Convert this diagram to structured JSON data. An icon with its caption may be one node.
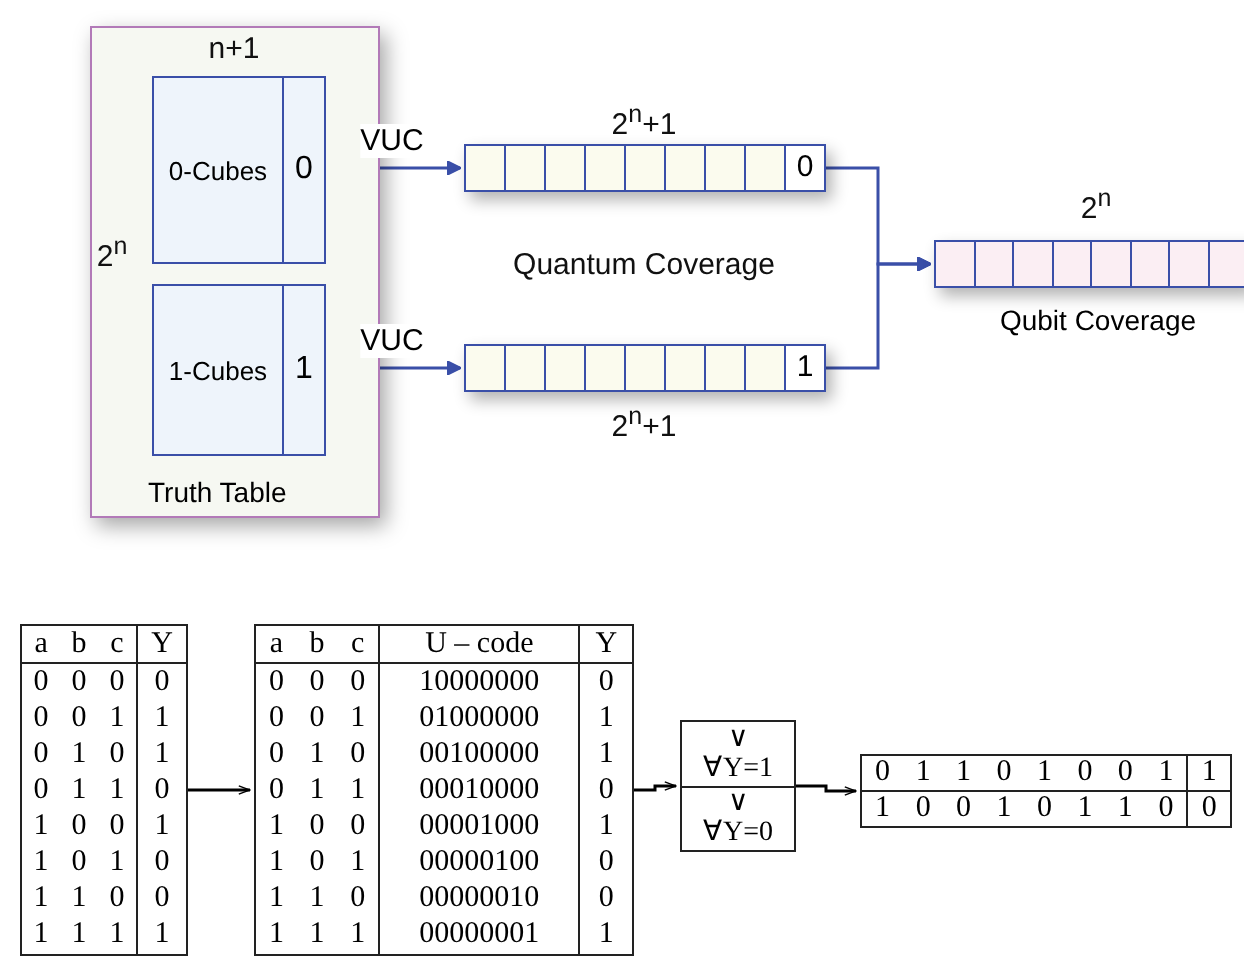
{
  "diagram": {
    "nodes": [
      {
        "text": [
          "Truth Table"
        ]
      },
      {
        "text": [
          "0-Cubes",
          "0"
        ],
        "in": 0
      },
      {
        "text": [
          "1-Cubes",
          "1"
        ],
        "in": 0
      },
      {
        "text": [
          "0"
        ]
      },
      {
        "text": [
          "1"
        ]
      },
      {
        "text": [
          "Qubit Coverage"
        ]
      },
      {
        "text": [
          "a",
          "b",
          "c",
          "Y",
          "0",
          "0",
          "0",
          "0",
          "0",
          "0",
          "1",
          "1",
          "0",
          "1",
          "0",
          "1",
          "0",
          "1",
          "1",
          "0",
          "1",
          "0",
          "0",
          "1",
          "1",
          "0",
          "1",
          "0",
          "1",
          "1",
          "0",
          "0",
          "1",
          "1",
          "1",
          "1"
        ]
      },
      {
        "text": [
          "a",
          "b",
          "c",
          "U – code",
          "Y",
          "0",
          "0",
          "0",
          "10000000",
          "0",
          "0",
          "0",
          "1",
          "01000000",
          "1",
          "0",
          "1",
          "0",
          "00100000",
          "1",
          "0",
          "1",
          "1",
          "00010000",
          "0",
          "1",
          "0",
          "0",
          "00001000",
          "1",
          "1",
          "0",
          "1",
          "00000100",
          "0",
          "1",
          "1",
          "0",
          "00000010",
          "0",
          "1",
          "1",
          "1",
          "00000001",
          "1"
        ]
      },
      {
        "text": [
          "∨ ∀Y=1",
          "∨ ∀Y=0"
        ]
      },
      {
        "text": [
          "0",
          "1",
          "1",
          "0",
          "1",
          "0",
          "0",
          "1",
          "1",
          "1",
          "0",
          "0",
          "1",
          "0",
          "1",
          "1",
          "0",
          "0"
        ]
      }
    ],
    "edges": [
      {
        "from": 1,
        "to": 3,
        "arrow": "to",
        "label": "VUC"
      },
      {
        "from": 2,
        "to": 4,
        "arrow": "to",
        "label": "VUC"
      },
      {
        "from": 3,
        "to": 5,
        "arrow": "to"
      },
      {
        "from": 4,
        "to": 5,
        "arrow": "to"
      },
      {
        "from": 6,
        "to": 7,
        "arrow": "to",
        "color": "#000000"
      },
      {
        "from": 7,
        "to": 8,
        "arrow": "to",
        "color": "#000000"
      },
      {
        "from": 8,
        "to": 9,
        "arrow": "to",
        "color": "#000000"
      }
    ],
    "labels": [
      "n+1",
      "2$^{n}$",
      "2$^{n}$+1",
      "Quantum Coverage",
      "2$^{n}$+1",
      "2$^{n}$"
    ]
  }
}
